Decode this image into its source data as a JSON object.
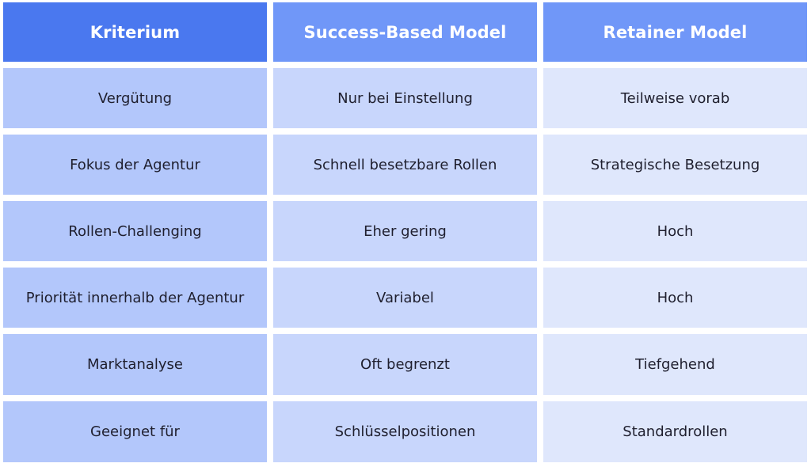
{
  "table": {
    "headers": [
      "Kriterium",
      "Success-Based Model",
      "Retainer Model"
    ],
    "rows": [
      [
        "Vergütung",
        "Nur bei Einstellung",
        "Teilweise vorab"
      ],
      [
        "Fokus der Agentur",
        "Schnell besetzbare Rollen",
        "Strategische Besetzung"
      ],
      [
        "Rollen-Challenging",
        "Eher gering",
        "Hoch"
      ],
      [
        "Priorität innerhalb der Agentur",
        "Variabel",
        "Hoch"
      ],
      [
        "Marktanalyse",
        "Oft begrenzt",
        "Tiefgehend"
      ],
      [
        "Geeignet für",
        "Schlüsselpositionen",
        "Standardrollen"
      ]
    ]
  },
  "colors": {
    "header_primary": "#4a78ef",
    "header_secondary": "#7097f8",
    "col1_fill": "#b3c7fb",
    "col2_fill": "#c8d6fc",
    "col3_fill": "#dfe7fc",
    "text": "#1f1f2e"
  }
}
